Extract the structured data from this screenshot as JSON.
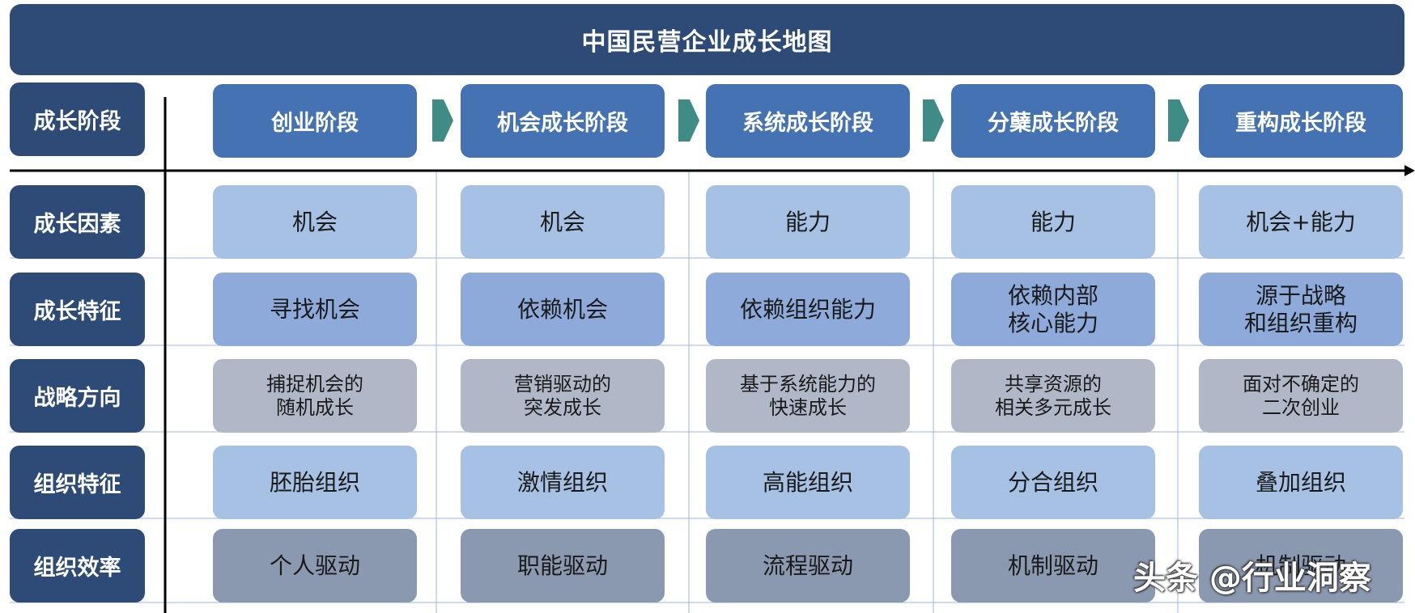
{
  "title": "中国民营企业成长地图",
  "row_labels": {
    "stage": "成长阶段",
    "factor": "成长因素",
    "feature": "成长特征",
    "strategy": "战略方向",
    "org": "组织特征",
    "efficiency": "组织效率"
  },
  "stages": [
    "创业阶段",
    "机会成长阶段",
    "系统成长阶段",
    "分蘖成长阶段",
    "重构成长阶段"
  ],
  "factors": [
    "机会",
    "机会",
    "能力",
    "能力",
    "机会+能力"
  ],
  "features": [
    [
      "寻找机会"
    ],
    [
      "依赖机会"
    ],
    [
      "依赖组织能力"
    ],
    [
      "依赖内部",
      "核心能力"
    ],
    [
      "源于战略",
      "和组织重构"
    ]
  ],
  "strategies": [
    [
      "捕捉机会的",
      "随机成长"
    ],
    [
      "营销驱动的",
      "突发成长"
    ],
    [
      "基于系统能力的",
      "快速成长"
    ],
    [
      "共享资源的",
      "相关多元成长"
    ],
    [
      "面对不确定的",
      "二次创业"
    ]
  ],
  "org_features": [
    "胚胎组织",
    "激情组织",
    "高能组织",
    "分合组织",
    "叠加组织"
  ],
  "efficiency": [
    "个人驱动",
    "职能驱动",
    "流程驱动",
    "机制驱动",
    "机制驱动"
  ],
  "watermark": "头条 @行业洞察",
  "colors": {
    "dark_navy": "#2d4b76",
    "stage_blue": "#4472b3",
    "light_blue": "#a6c1e3",
    "periwinkle": "#8eaadb",
    "grey_blue": "#b0b8c8",
    "slate": "#8a98b0",
    "arrow_teal": "#3f8b86"
  }
}
